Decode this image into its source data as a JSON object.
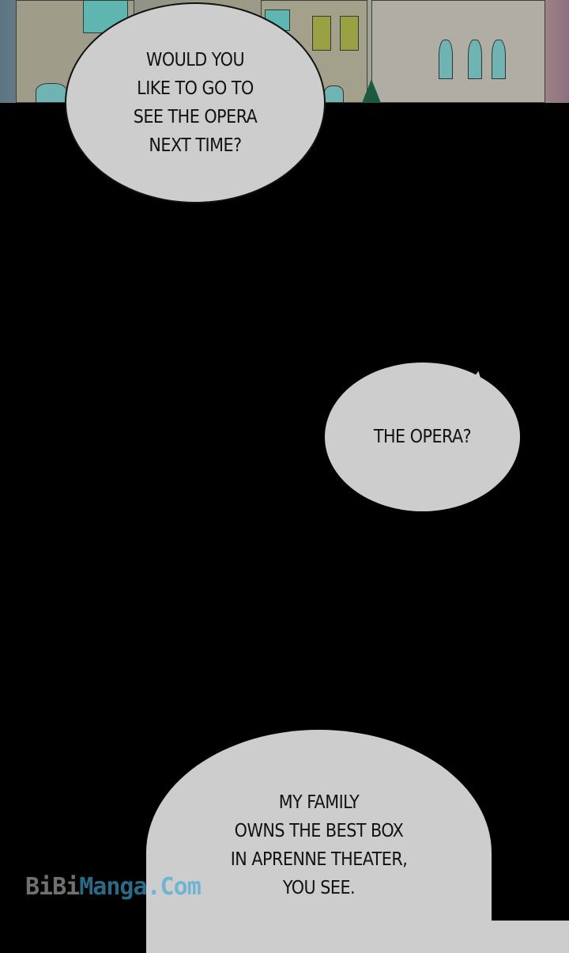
{
  "panel": {
    "scene": "city-street-buildings"
  },
  "bubbles": [
    {
      "text": "WOULD YOU\nLIKE TO GO TO\nSEE THE OPERA\nNEXT TIME?"
    },
    {
      "text": "THE OPERA?"
    },
    {
      "text": "MY FAMILY\nOWNS THE BEST BOX\nIN APRENNE THEATER,\nYOU SEE."
    }
  ],
  "watermark": {
    "part1": "BiBi",
    "part2": "Manga",
    "part3": ".Com"
  }
}
